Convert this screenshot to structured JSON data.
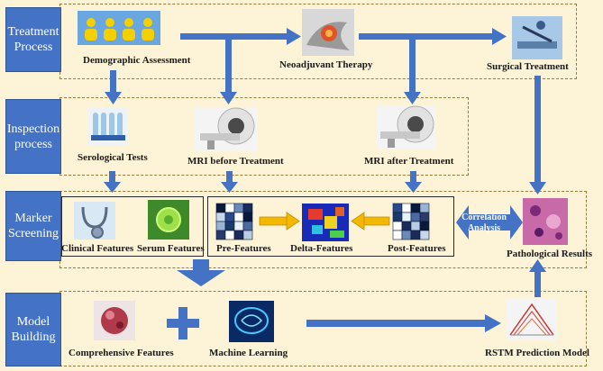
{
  "stages": [
    {
      "id": "treatment",
      "label": "Treatment Process"
    },
    {
      "id": "inspection",
      "label": "Inspection process"
    },
    {
      "id": "marker",
      "label": "Marker Screening"
    },
    {
      "id": "model",
      "label": "Model Building"
    }
  ],
  "nodes": {
    "demographic": "Demographic Assessment",
    "neoadjuvant": "Neoadjuvant Therapy",
    "surgical": "Surgical Treatment",
    "serological": "Serological Tests",
    "mri_before": "MRI before Treatment",
    "mri_after": "MRI after Treatment",
    "clinical": "Clinical Features",
    "serum": "Serum Features",
    "pre": "Pre-Features",
    "delta": "Delta-Features",
    "post": "Post-Features",
    "correlation": "Correlation Analysis",
    "pathological": "Pathological Results",
    "comprehensive": "Comprehensive Features",
    "ml": "Machine Learning",
    "rstm": "RSTM Prediction Model"
  },
  "colors": {
    "background": "#fdf3d6",
    "stage_fill": "#4472c4",
    "arrow_blue": "#4472c4",
    "arrow_orange": "#f5b800",
    "dash": "#9c7a3c"
  },
  "icons": [
    "people-icon",
    "therapy-icon",
    "surgery-icon",
    "test-tubes-icon",
    "mri-scanner-icon",
    "stethoscope-icon",
    "virus-icon",
    "matrix-icon",
    "delta-map-icon",
    "pathology-icon",
    "feature-sphere-icon",
    "brain-icon",
    "plus-icon",
    "surface-plot-icon"
  ]
}
